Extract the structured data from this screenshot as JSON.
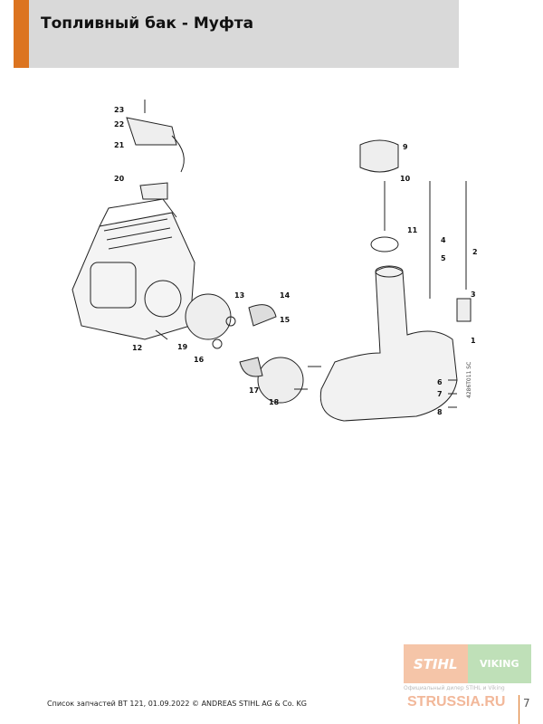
{
  "header": {
    "title": "Топливный бак - Муфта",
    "accent_color": "#dc7420"
  },
  "diagram": {
    "callouts": [
      "1",
      "2",
      "3",
      "4",
      "5",
      "6",
      "7",
      "8",
      "9",
      "10",
      "11",
      "12",
      "13",
      "14",
      "15",
      "16",
      "17",
      "18",
      "19",
      "20",
      "21",
      "22",
      "23"
    ],
    "code": "4286T011 SC"
  },
  "footer": {
    "text": "Список запчастей BT 121, 01.09.2022 © ANDREAS STIHL AG & Co. KG",
    "page": "7"
  },
  "watermark": {
    "stihl": "STIHL",
    "viking": "VIKING",
    "dealer": "Официальный дилер STIHL и Viking",
    "site": "STRUSSIA.RU"
  }
}
